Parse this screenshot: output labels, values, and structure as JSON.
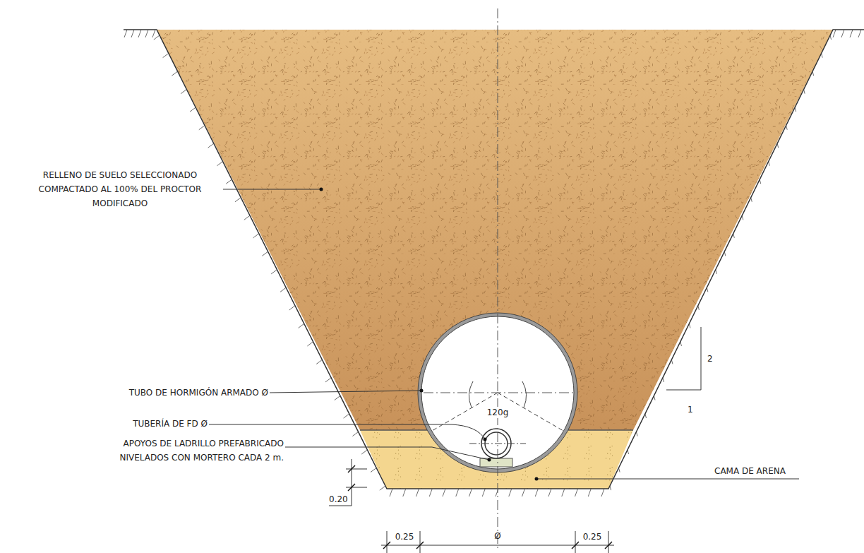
{
  "diagram": {
    "labels": [
      "RELLENO DE SUELO SELECCIONADO COMPACTADO AL 100% DEL PROCTOR MODIFICADO",
      "TUBO DE HORMIGÓN ARMADO Ø",
      "TUBERÍA DE FD Ø",
      "APOYOS DE LADRILLO PREFABRICADO NIVELADOS CON MORTERO CADA 2 m.",
      "CAMA DE ARENA",
      "120g",
      "2",
      "1",
      "0.20",
      "0.25",
      "Ø",
      "0.25"
    ]
  }
}
